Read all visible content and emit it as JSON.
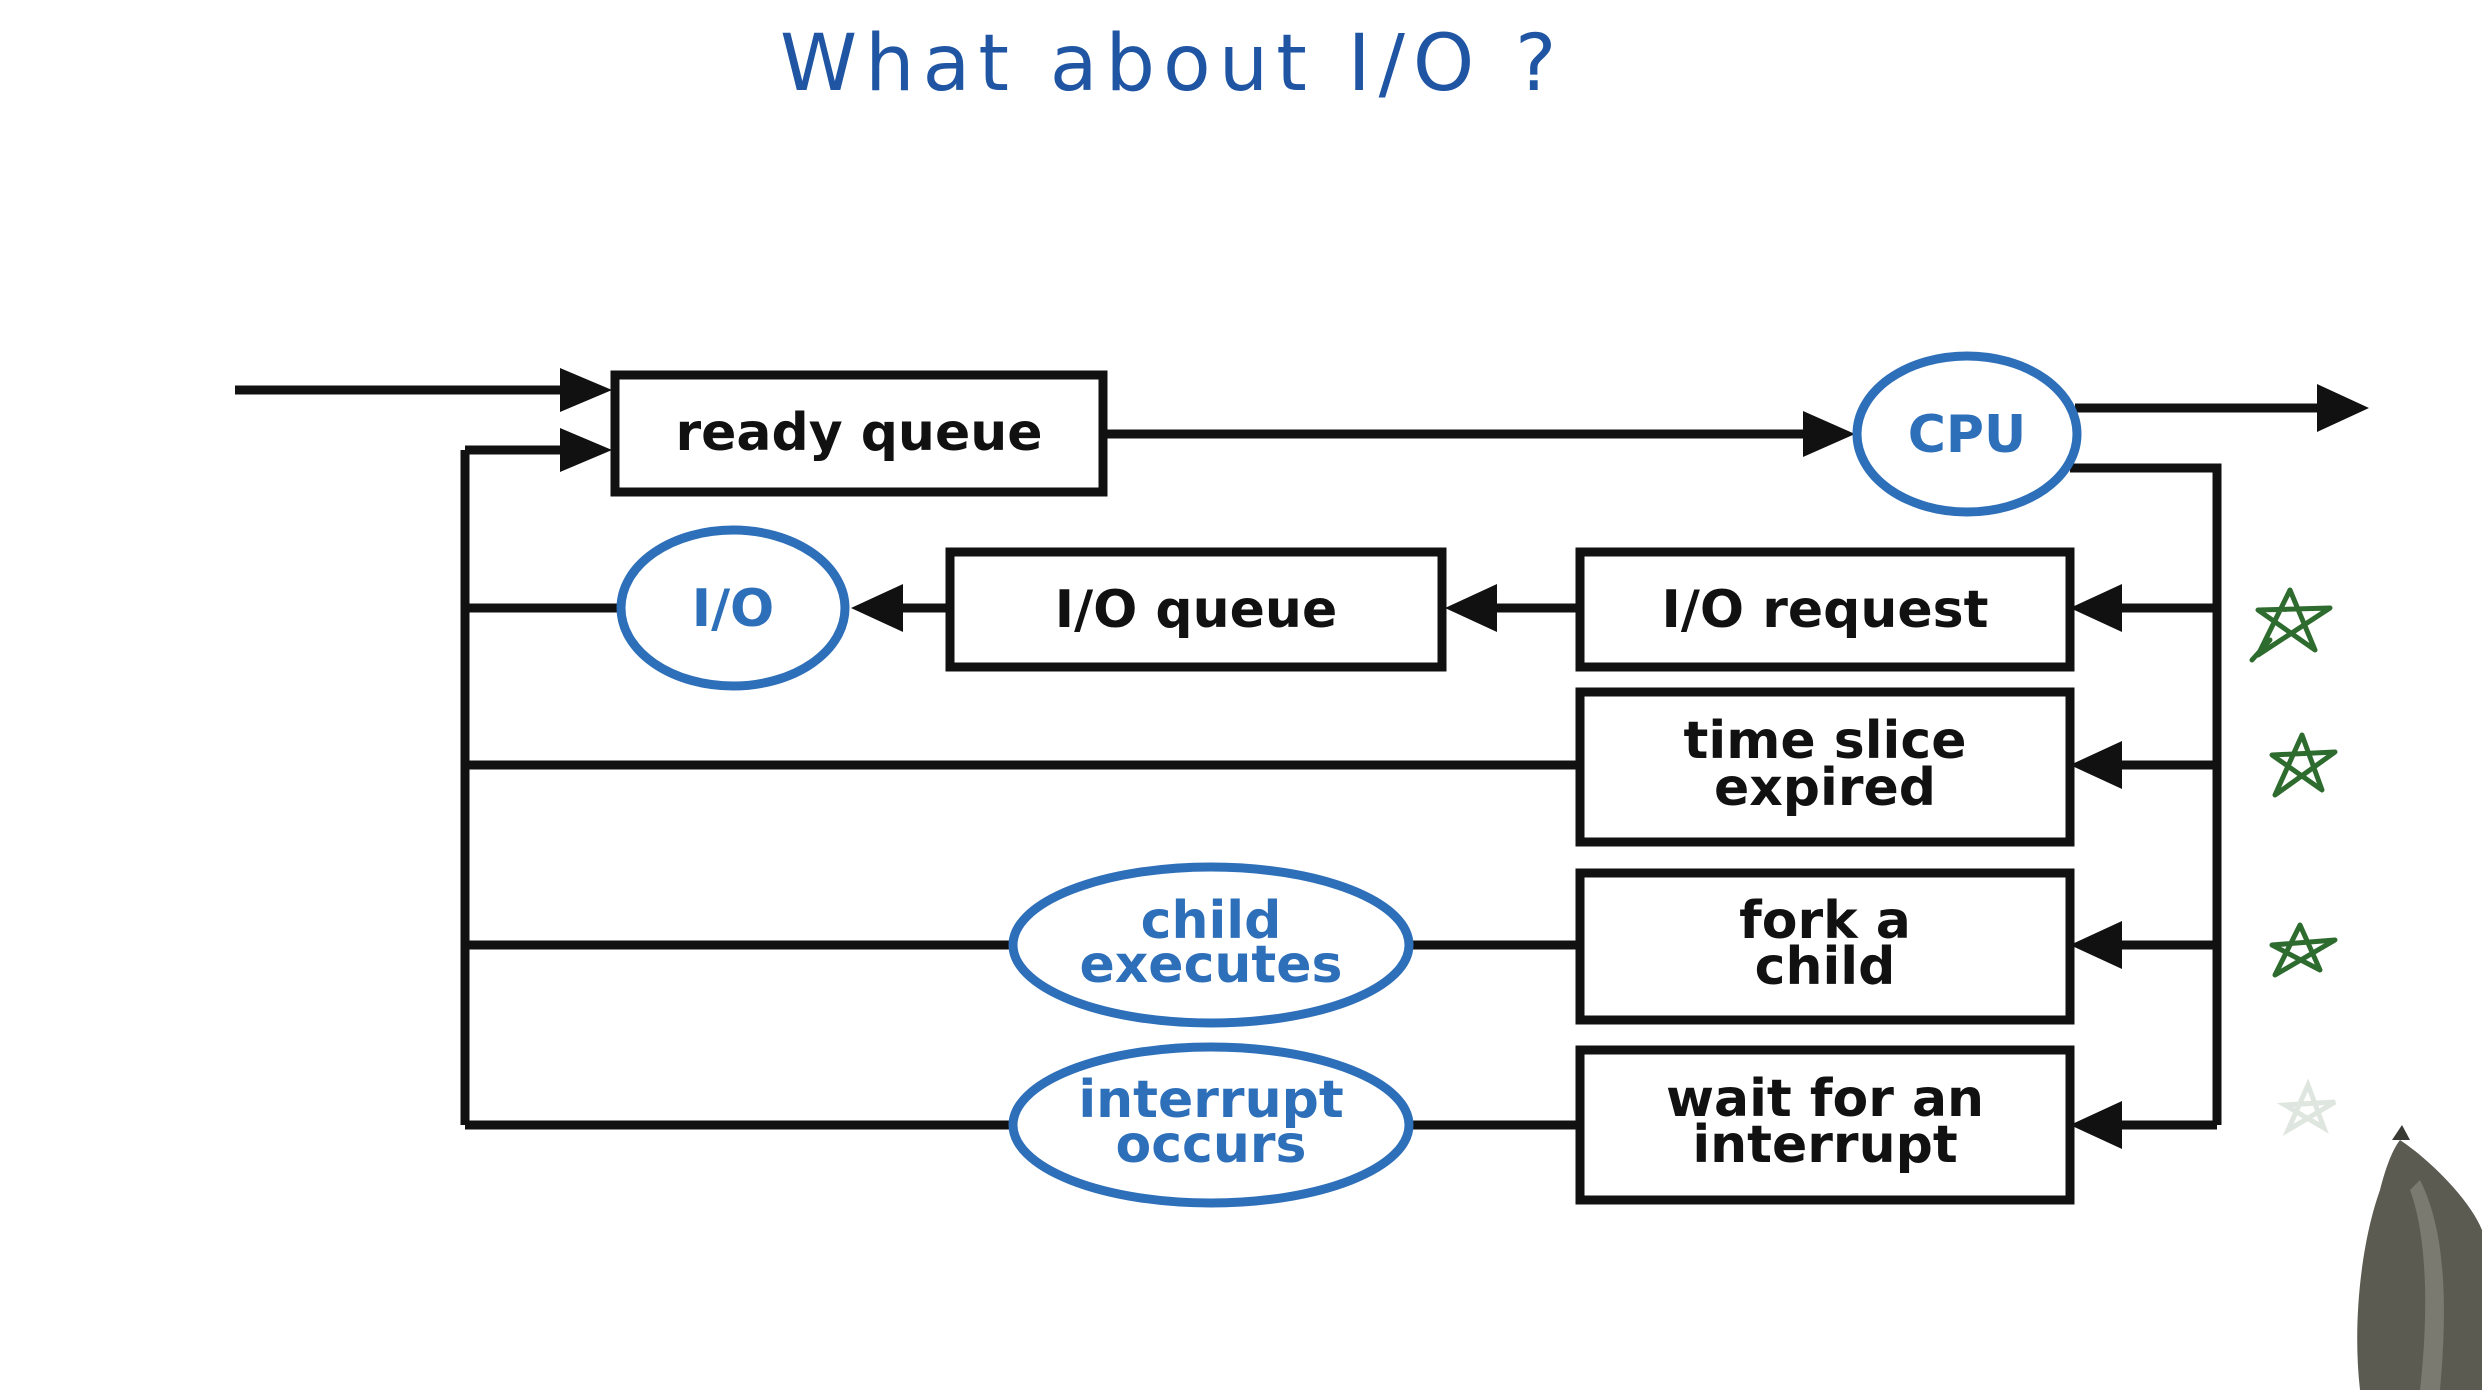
{
  "title": "What about I/O ?",
  "nodes": {
    "ready_queue": "ready queue",
    "cpu": "CPU",
    "io": "I/O",
    "io_queue": "I/O queue",
    "io_request": "I/O request",
    "time_slice": [
      "time slice",
      "expired"
    ],
    "fork": [
      "fork a",
      "child"
    ],
    "wait": [
      "wait for an",
      "interrupt"
    ],
    "child_executes": [
      "child",
      "executes"
    ],
    "interrupt_occurs": [
      "interrupt",
      "occurs"
    ]
  },
  "colors": {
    "ink": "#111111",
    "accent": "#2e6fba",
    "handwriting": "#1f55a3",
    "star_marks": "#2e6b2e"
  },
  "icons": [
    "star-mark-icon",
    "stylus-pen-icon"
  ]
}
